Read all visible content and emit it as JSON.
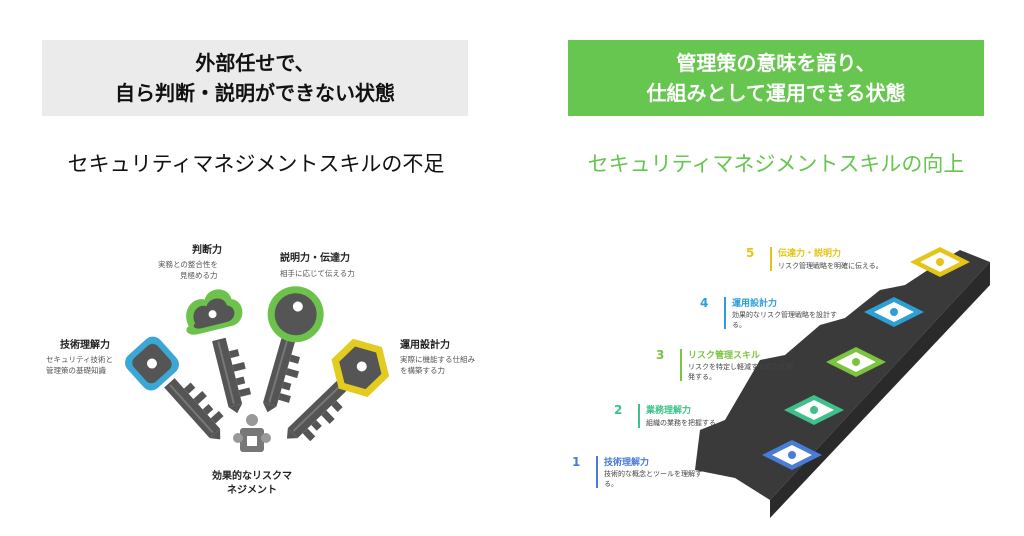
{
  "left": {
    "header_line1": "外部任せで、",
    "header_line2": "自ら判断・説明ができない状態",
    "subtitle": "セキュリティマネジメントスキルの不足",
    "center_label_line1": "効果的なリスクマ",
    "center_label_line2": "ネジメント",
    "keys": [
      {
        "title": "技術理解力",
        "desc1": "セキュリティ技術と",
        "desc2": "管理策の基礎知識",
        "color": "#3aa7d6"
      },
      {
        "title": "判断力",
        "desc1": "実務との整合性を",
        "desc2": "見極める力",
        "color": "#6cc24a"
      },
      {
        "title": "説明力・伝達力",
        "desc1": "相手に応じて伝える力",
        "desc2": "",
        "color": "#6cc24a"
      },
      {
        "title": "運用設計力",
        "desc1": "実際に機能する仕組み",
        "desc2": "を構築する力",
        "color": "#e2cc1f"
      }
    ]
  },
  "right": {
    "header_line1": "管理策の意味を語り、",
    "header_line2": "仕組みとして運用できる状態",
    "subtitle": "セキュリティマネジメントスキルの向上",
    "steps": [
      {
        "num": "1",
        "title": "技術理解力",
        "desc1": "技術的な概念とツールを理解す",
        "desc2": "る。",
        "color": "#4a7bd6"
      },
      {
        "num": "2",
        "title": "業務理解力",
        "desc1": "組織の業務を把握する。",
        "desc2": "",
        "color": "#3fbf8a"
      },
      {
        "num": "3",
        "title": "リスク管理スキル",
        "desc1": "リスクを特定し軽減する能力を開",
        "desc2": "発する。",
        "color": "#7cc33e"
      },
      {
        "num": "4",
        "title": "運用設計力",
        "desc1": "効果的なリスク管理戦略を設計す",
        "desc2": "る。",
        "color": "#2e9fd6"
      },
      {
        "num": "5",
        "title": "伝達力・説明力",
        "desc1": "リスク管理戦略を明確に伝える。",
        "desc2": "",
        "color": "#e5c416"
      }
    ]
  }
}
